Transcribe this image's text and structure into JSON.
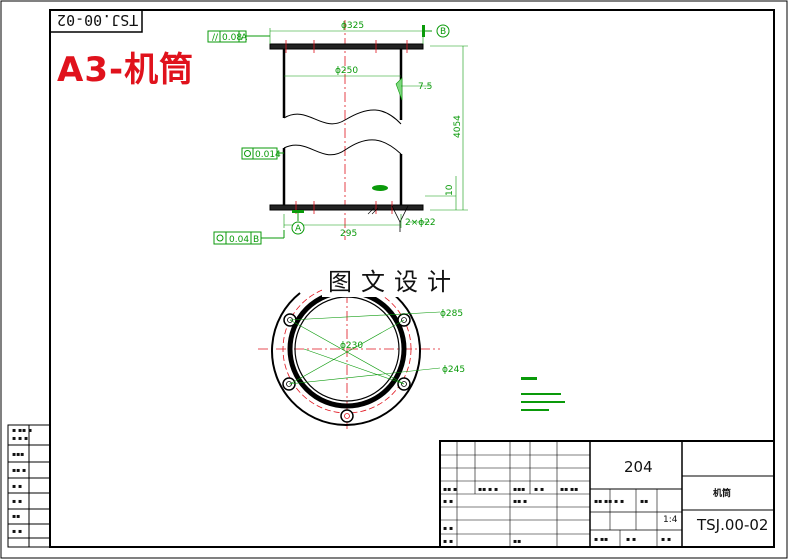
{
  "drawing": {
    "title": "A3-机筒",
    "watermark": "图文设计",
    "top_code": "TSJ.00-02",
    "title_block": {
      "part_count": "204",
      "part_name": "机筒",
      "drawing_code": "TSJ.00-02",
      "scale": "1:4"
    }
  },
  "dimensions": {
    "top_width": "ϕ325",
    "inner_diameter": "ϕ250",
    "wall": "7.5",
    "height": "4054",
    "flange": "10",
    "bottom_width": "295",
    "chamfer": "2×ϕ22",
    "bolt_circle": "ϕ285",
    "outer_ring": "ϕ230",
    "base_ring": "ϕ245"
  },
  "tolerances": {
    "parallel": "0.08",
    "parallel_ref": "A",
    "circularity": "0.014",
    "runout": "0.04",
    "runout_ref": "B",
    "datum_a": "A",
    "datum_b": "B"
  },
  "colors": {
    "frame": "#000000",
    "geometry": "#000000",
    "dimension": "#0a9a0a",
    "centerline": "#e0121c",
    "title": "#e0121c"
  }
}
